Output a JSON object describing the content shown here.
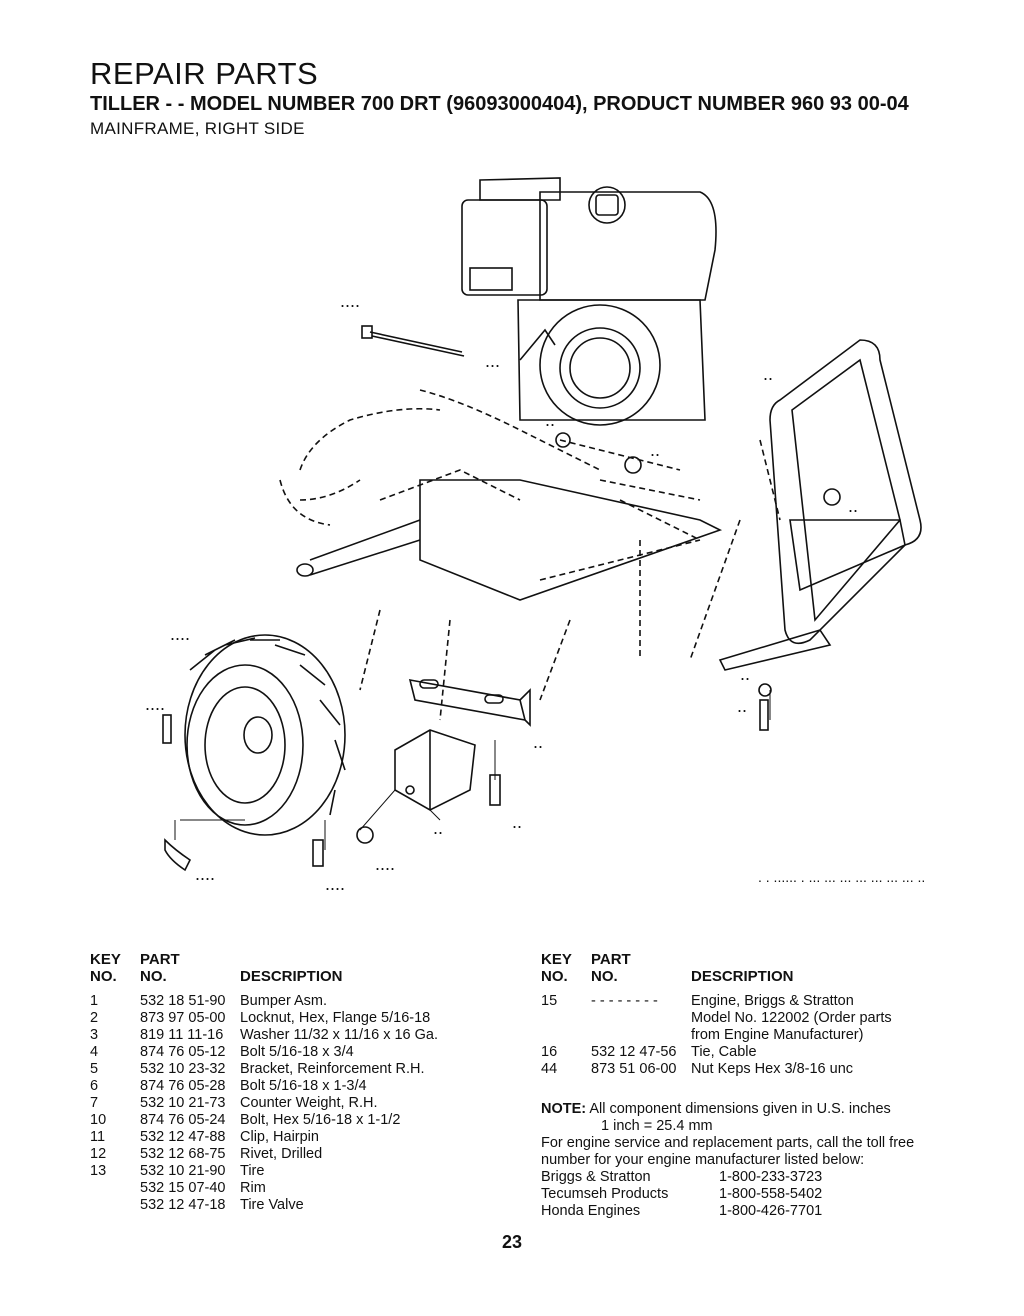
{
  "header": {
    "title": "REPAIR PARTS",
    "model_line": "TILLER - - MODEL NUMBER 700 DRT (96093000404), PRODUCT NUMBER 960 93 00-04",
    "section": "MAINFRAME, RIGHT SIDE"
  },
  "columns": {
    "key": "KEY",
    "part": "PART",
    "no": "NO.",
    "description": "DESCRIPTION"
  },
  "parts_left": [
    {
      "key": "1",
      "part": "532 18 51-90",
      "desc": "Bumper Asm."
    },
    {
      "key": "2",
      "part": "873 97 05-00",
      "desc": "Locknut, Hex, Flange  5/16-18"
    },
    {
      "key": "3",
      "part": "819 11 11-16",
      "desc": "Washer 11/32 x 11/16 x 16 Ga."
    },
    {
      "key": "4",
      "part": "874 76 05-12",
      "desc": "Bolt 5/16-18 x 3/4"
    },
    {
      "key": "5",
      "part": "532 10 23-32",
      "desc": "Bracket, Reinforcement R.H."
    },
    {
      "key": "6",
      "part": "874 76 05-28",
      "desc": "Bolt 5/16-18 x 1-3/4"
    },
    {
      "key": "7",
      "part": "532 10 21-73",
      "desc": "Counter Weight, R.H."
    },
    {
      "key": "10",
      "part": "874 76 05-24",
      "desc": "Bolt, Hex  5/16-18 x 1-1/2"
    },
    {
      "key": "11",
      "part": "532 12 47-88",
      "desc": "Clip, Hairpin"
    },
    {
      "key": "12",
      "part": "532 12 68-75",
      "desc": "Rivet, Drilled"
    },
    {
      "key": "13",
      "part": "532 10 21-90",
      "desc": "Tire"
    },
    {
      "key": "",
      "part": "532 15 07-40",
      "desc": "Rim"
    },
    {
      "key": "",
      "part": "532 12 47-18",
      "desc": "Tire Valve"
    }
  ],
  "parts_right": [
    {
      "key": "15",
      "part": "- - - - - - - -",
      "desc": "Engine, Briggs & Stratton"
    },
    {
      "key": "",
      "part": "",
      "desc": "Model No. 122002 (Order parts"
    },
    {
      "key": "",
      "part": "",
      "desc": "from Engine Manufacturer)"
    },
    {
      "key": "16",
      "part": "532 12 47-56",
      "desc": "Tie, Cable"
    },
    {
      "key": "44",
      "part": "873 51 06-00",
      "desc": "Nut Keps Hex 3/8-16 unc"
    }
  ],
  "note": {
    "label": "NOTE:",
    "text": "All component dimensions given in U.S. inches",
    "conversion": "1 inch = 25.4 mm",
    "service_line1": "For engine service and replacement parts, call the toll free",
    "service_line2": "number for your engine manufacturer listed below:"
  },
  "phones": [
    {
      "name": "Briggs & Stratton",
      "number": "1-800-233-3723"
    },
    {
      "name": "Tecumseh Products",
      "number": "1-800-558-5402"
    },
    {
      "name": "Honda Engines",
      "number": "1-800-426-7701"
    }
  ],
  "page_number": "23"
}
